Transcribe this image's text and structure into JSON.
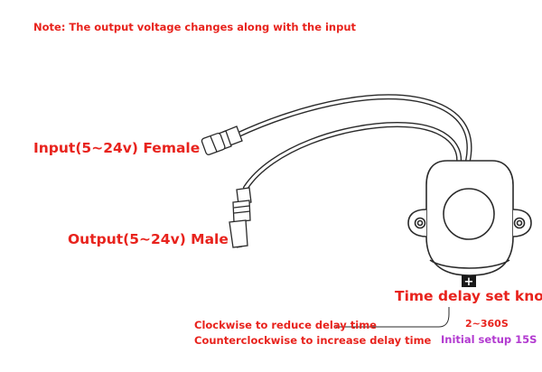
{
  "note": "Note: The output voltage changes along with the input",
  "labels": {
    "input": "Input(5~24v)  Female",
    "output": "Output(5~24v)  Male",
    "knob": "Time delay set knob",
    "clockwise": "Clockwise to reduce delay time",
    "counterclockwise": "Counterclockwise to increase delay time",
    "range": "2~360S",
    "initial": "Initial setup 15S"
  },
  "colors": {
    "label_red": "#e8231d",
    "initial_purple": "#b23ad0",
    "line_art": "#2a2a2a"
  },
  "icons": {
    "plus_marker": "+"
  }
}
